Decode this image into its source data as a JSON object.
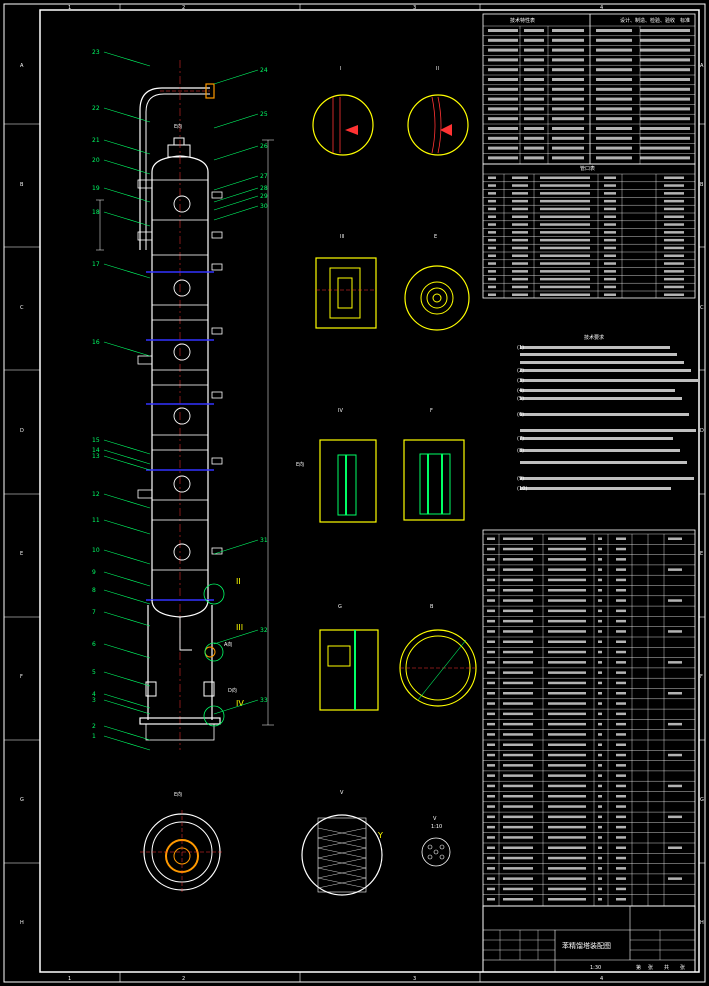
{
  "columns": [
    "1",
    "2",
    "3",
    "4"
  ],
  "rows": [
    "A",
    "B",
    "C",
    "D",
    "E",
    "F",
    "G",
    "H"
  ],
  "views": {
    "detail_i": "I",
    "detail_ii": "II",
    "detail_iii": "III",
    "detail_iv": "IV",
    "detail_v": "V",
    "view_e": "E向",
    "scale_note": "1:10",
    "roman_ii": "II",
    "roman_iii": "III",
    "roman_iv": "IV",
    "label_a": "A向",
    "label_d": "D向",
    "label_e": "E向",
    "y_label": "Y",
    "b_label": "B",
    "e_label": "E",
    "f_label": "F",
    "g_label": "G"
  },
  "part_numbers_left": [
    "23",
    "22",
    "21",
    "20",
    "19",
    "18",
    "17",
    "16",
    "15",
    "14",
    "13",
    "12",
    "11",
    "10",
    "9",
    "8",
    "7",
    "6",
    "5",
    "4",
    "3",
    "2",
    "1"
  ],
  "part_numbers_right": [
    "24",
    "25",
    "26",
    "27",
    "28",
    "29",
    "30",
    "31",
    "32",
    "33"
  ],
  "spec_table": {
    "header": [
      "技术特性表",
      "",
      "设计、制造、检验、验收",
      "标准"
    ],
    "rows": 14
  },
  "nozzle_table": {
    "title": "管口表",
    "rows": 16
  },
  "notes_title": "技术要求",
  "note_labels": [
    "(1)",
    "(2)",
    "(3)",
    "(4)",
    "(5)",
    "(6)",
    "(7)",
    "(8)",
    "(9)",
    "(10)"
  ],
  "parts_table_rows": 36,
  "title_block": {
    "drawing_title": "苯精馏塔装配图",
    "scale": "1:30",
    "sheet_prefix": "第",
    "sheet_mid": "张",
    "sheet_total": "共",
    "sheet_suffix": "张"
  },
  "colors": {
    "border": "#ffffff",
    "leader": "#00ff66",
    "detail": "#ffff00",
    "accent": "#ff3333",
    "section": "#3333ff",
    "pipe": "#ff9900"
  }
}
